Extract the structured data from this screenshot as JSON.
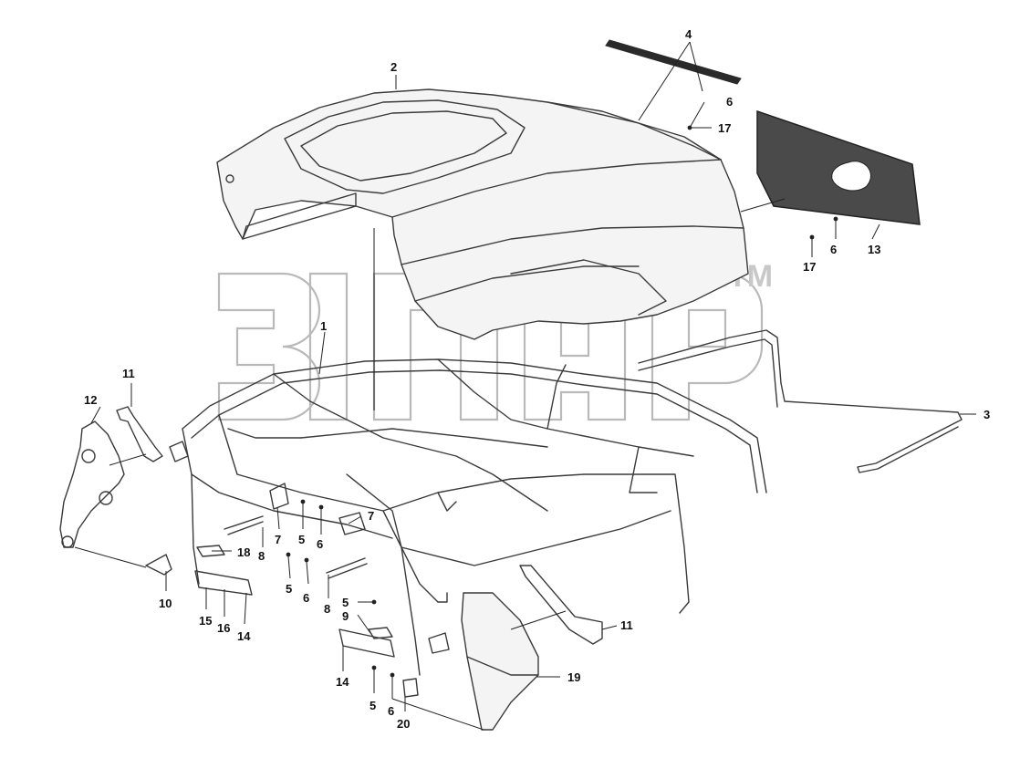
{
  "watermark": {
    "text": "эпар",
    "trademark": "TM"
  },
  "callouts": [
    {
      "id": "c2",
      "label": "2"
    },
    {
      "id": "c4",
      "label": "4"
    },
    {
      "id": "c6a",
      "label": "6"
    },
    {
      "id": "c17a",
      "label": "17"
    },
    {
      "id": "c6b",
      "label": "6"
    },
    {
      "id": "c17b",
      "label": "17"
    },
    {
      "id": "c13",
      "label": "13"
    },
    {
      "id": "c1",
      "label": "1"
    },
    {
      "id": "c3",
      "label": "3"
    },
    {
      "id": "c11a",
      "label": "11"
    },
    {
      "id": "c12",
      "label": "12"
    },
    {
      "id": "c7a",
      "label": "7"
    },
    {
      "id": "c5a",
      "label": "5"
    },
    {
      "id": "c6c",
      "label": "6"
    },
    {
      "id": "c7b",
      "label": "7"
    },
    {
      "id": "c8a",
      "label": "8"
    },
    {
      "id": "c18",
      "label": "18"
    },
    {
      "id": "c10",
      "label": "10"
    },
    {
      "id": "c15",
      "label": "15"
    },
    {
      "id": "c16",
      "label": "16"
    },
    {
      "id": "c14a",
      "label": "14"
    },
    {
      "id": "c5b",
      "label": "5"
    },
    {
      "id": "c6d",
      "label": "6"
    },
    {
      "id": "c8b",
      "label": "8"
    },
    {
      "id": "c5c",
      "label": "5"
    },
    {
      "id": "c9",
      "label": "9"
    },
    {
      "id": "c14b",
      "label": "14"
    },
    {
      "id": "c5d",
      "label": "5"
    },
    {
      "id": "c6e",
      "label": "6"
    },
    {
      "id": "c20",
      "label": "20"
    },
    {
      "id": "c19",
      "label": "19"
    },
    {
      "id": "c11b",
      "label": "11"
    }
  ]
}
